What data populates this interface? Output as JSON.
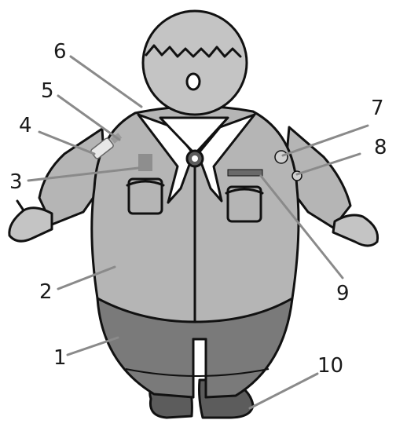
{
  "figure": {
    "labels": [
      {
        "id": "1",
        "text": "1"
      },
      {
        "id": "2",
        "text": "2"
      },
      {
        "id": "3",
        "text": "3"
      },
      {
        "id": "4",
        "text": "4"
      },
      {
        "id": "5",
        "text": "5"
      },
      {
        "id": "6",
        "text": "6"
      },
      {
        "id": "7",
        "text": "7"
      },
      {
        "id": "8",
        "text": "8"
      },
      {
        "id": "9",
        "text": "9"
      },
      {
        "id": "10",
        "text": "10"
      }
    ],
    "colors": {
      "skin": "#c4c4c4",
      "shirt": "#b5b5b5",
      "shorts": "#7a7a7a",
      "shoes": "#5c5c5c",
      "scarf": "#ffffff",
      "leader_line": "#8a8a8a",
      "outline": "#111111"
    }
  }
}
